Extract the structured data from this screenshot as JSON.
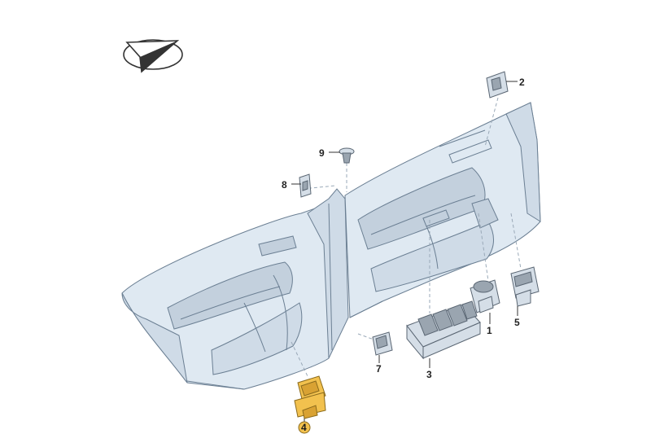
{
  "diagram": {
    "logo_icon": "compass-arrow-icon",
    "highlight_color": "#f2c14e",
    "line_color": "#6b7f93",
    "panel_fill": "#dfe9f2",
    "callouts": {
      "c1": "1",
      "c2": "2",
      "c3": "3",
      "c4": "4",
      "c5": "5",
      "c7": "7",
      "c8": "8",
      "c9": "9"
    },
    "highlighted_part": "4"
  }
}
